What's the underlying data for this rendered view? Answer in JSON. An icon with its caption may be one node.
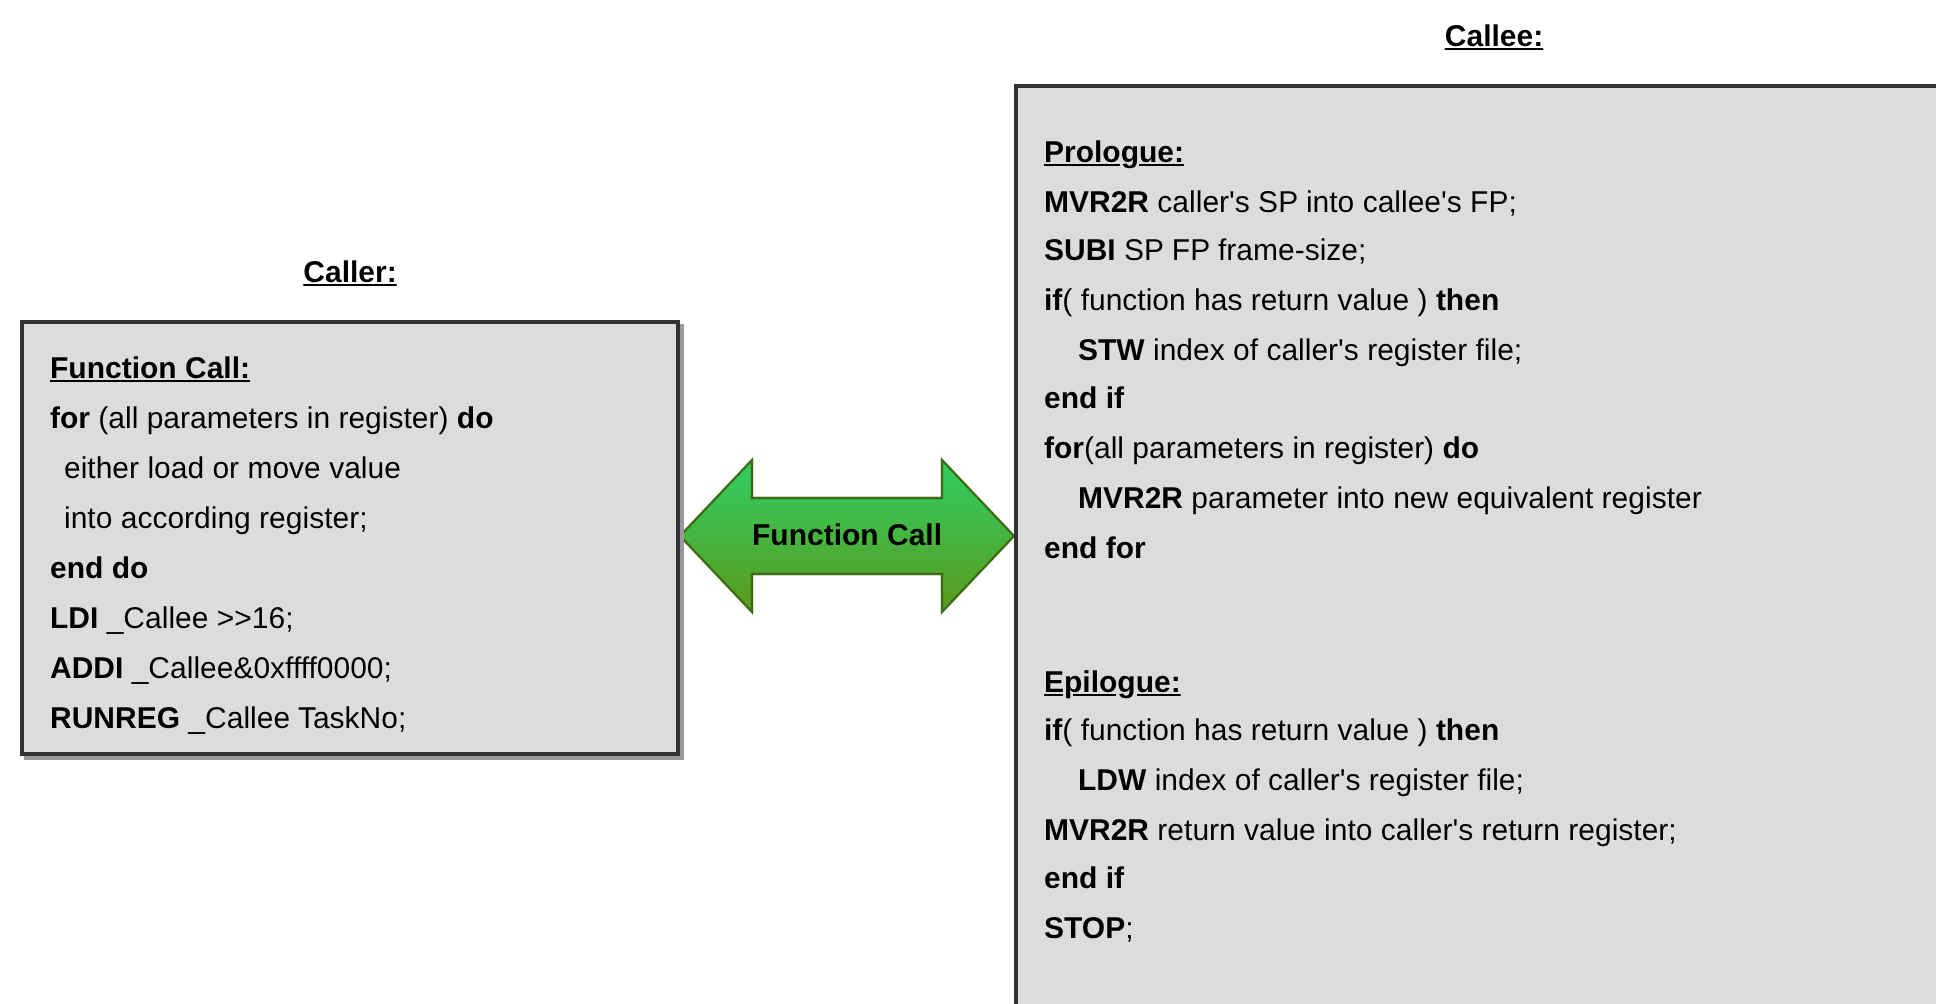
{
  "diagram": {
    "nodes": [
      {
        "text": [
          "Caller:",
          "Function Call:",
          "**for** (all parameters in register) **do**",
          "either load or move value",
          "into  according register;",
          "**end do**",
          "**LDI**    _Callee >>16;",
          "**ADDI** _Callee&0xffff0000;",
          "**RUNREG**  _Callee TaskNo;"
        ]
      },
      {
        "text": [
          "Callee:",
          "Prologue:",
          "**MVR2R** caller's SP into callee's FP;",
          "**SUBI** SP FP frame-size;",
          "**if**( function has return value ) **then**",
          "**STW** index of caller's register file;",
          "**end if**",
          "**for**(all parameters in register) **do**",
          "**MVR2R** parameter into new equivalent register",
          "**end for**",
          "Epilogue:",
          "**if**( function has return value ) **then**",
          "**LDW** index of caller's register file;",
          "**MVR2R** return value into caller's return register;",
          "**end if**",
          "**STOP**;"
        ]
      }
    ],
    "edges": [
      {
        "from": 0,
        "to": 1,
        "arrow": "both",
        "label": "Function Call"
      }
    ]
  }
}
